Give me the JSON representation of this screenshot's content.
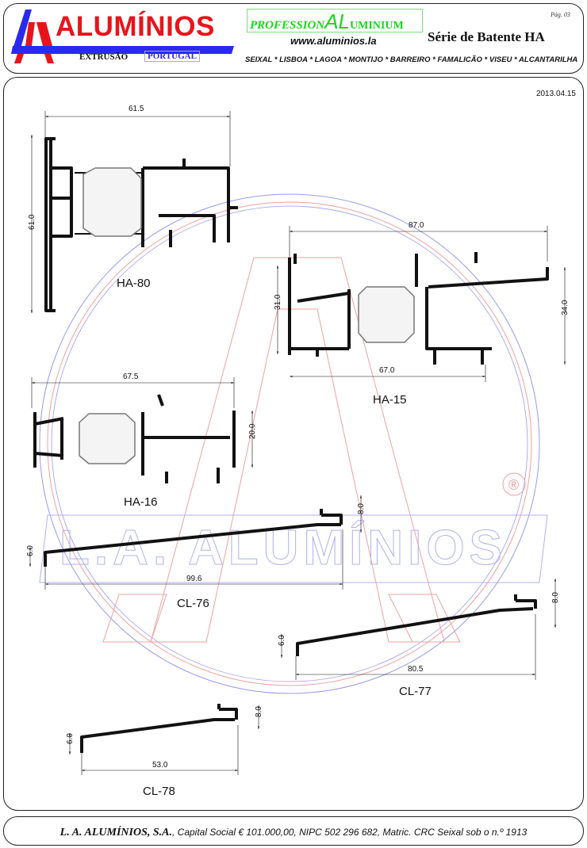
{
  "header": {
    "logo_text": "ALUMÍNIOS",
    "extrusao": "EXTRUSÃO",
    "portugal": "PORTUGAL",
    "profession": "PROFESSION",
    "profession_al": "AL",
    "profession_uminium": "UMINIUM",
    "website": "www.aluminios.la",
    "series_title": "Série de Batente HA",
    "page": "Pág. 03",
    "cities": "SEIXAL * LISBOA * LAGOA * MONTIJO * BARREIRO * FAMALICÃO * VISEU * ALCANTARILHA"
  },
  "date": "2013.04.15",
  "watermark": {
    "text": "L.A. ALUMÍNIOS",
    "registered": "®"
  },
  "profiles": {
    "ha80": {
      "label": "HA-80",
      "width": "61.5",
      "height": "61.0"
    },
    "ha15": {
      "label": "HA-15",
      "width": "87.0",
      "left_height": "31.0",
      "right_height": "34.0",
      "bottom_width": "67.0"
    },
    "ha16": {
      "label": "HA-16",
      "width": "67.5",
      "height": "20.0"
    },
    "cl76": {
      "label": "CL-76",
      "width": "99.6",
      "left_height": "6.0",
      "right_height": "8.0"
    },
    "cl77": {
      "label": "CL-77",
      "width": "80.5",
      "left_height": "6.0",
      "right_height": "8.0"
    },
    "cl78": {
      "label": "CL-78",
      "width": "53.0",
      "left_height": "6.0",
      "right_height": "8.0"
    }
  },
  "footer": {
    "company": "L. A. ALUMÍNIOS, S.A.",
    "details": ", Capital Social € 101.000,00, NIPC 502 296 682, Matric. CRC Seixal sob o n.º 1913"
  },
  "colors": {
    "red": "#e8141c",
    "blue": "#2a2aee",
    "green": "#19d619"
  }
}
